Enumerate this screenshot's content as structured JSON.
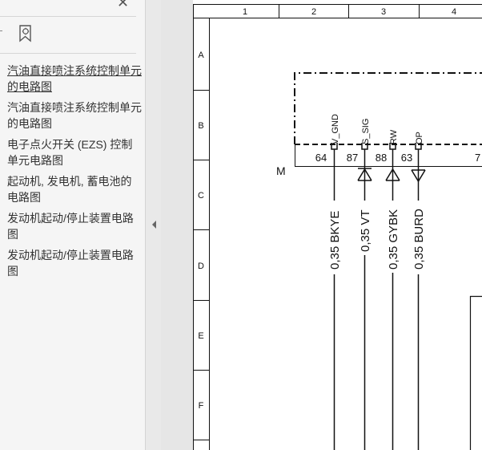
{
  "sidebar": {
    "close_glyph": "✕",
    "bookmark_icon": "bookmark-settings-icon",
    "items": [
      {
        "label": "汽油直接喷注系统控制单元的电路图",
        "active": true
      },
      {
        "label": "汽油直接喷注系统控制单元的电路图",
        "active": false
      },
      {
        "label": "电子点火开关 (EZS) 控制单元电路图",
        "active": false
      },
      {
        "label": "起动机, 发电机, 蓄电池的电路图",
        "active": false
      },
      {
        "label": "发动机起动/停止装置电路图",
        "active": false
      },
      {
        "label": "发动机起动/停止装置电路图",
        "active": false
      }
    ]
  },
  "collapse_icon": "triangle-left-icon",
  "schematic": {
    "columns": [
      "1",
      "2",
      "3",
      "4"
    ],
    "rows": [
      "A",
      "B",
      "C",
      "D",
      "E",
      "F"
    ],
    "component_label": "M",
    "pins": [
      {
        "signal": "V_GND",
        "number": "64",
        "wire": "0,35 BKYE",
        "symbol": "none"
      },
      {
        "signal": "S_SIG",
        "number": "87",
        "wire": "0,35 VT",
        "symbol": "bidirectional"
      },
      {
        "signal": "RW",
        "number": "88",
        "wire": "0,35 GYBK",
        "symbol": "input"
      },
      {
        "signal": "OP",
        "number": "63",
        "wire": "0,35 BURD",
        "symbol": "output"
      }
    ],
    "extra_pin_number": "7"
  }
}
